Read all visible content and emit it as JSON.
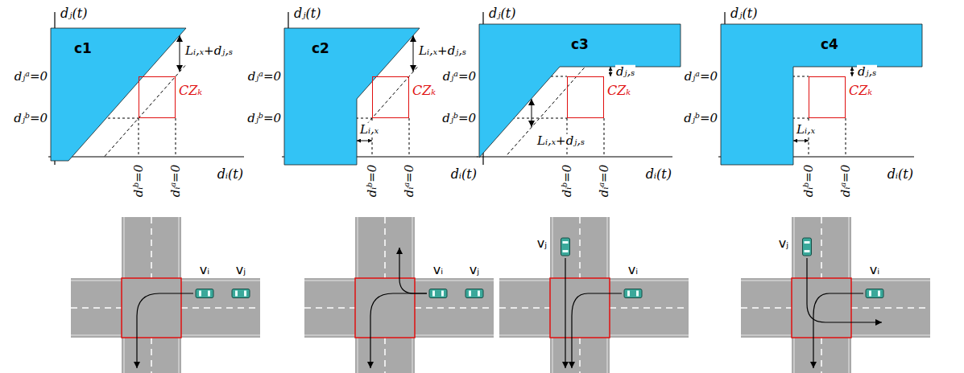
{
  "diagram": {
    "nodes": [
      {
        "text": [
          "c1"
        ]
      },
      {
        "text": [
          "CZₖ"
        ]
      },
      {
        "text": [
          "c2"
        ]
      },
      {
        "text": [
          "CZₖ"
        ]
      },
      {
        "text": [
          "c3"
        ]
      },
      {
        "text": [
          "CZₖ"
        ]
      },
      {
        "text": [
          "c4"
        ]
      },
      {
        "text": [
          "CZₖ"
        ]
      }
    ],
    "labels": [
      "dⱼ(t)",
      "dᵢ(t)",
      "Lᵢ,ₓ+dⱼ,ₛ",
      "dⱼᵃ=0",
      "dⱼᵇ=0",
      "dᵢᵇ=0",
      "dᵢᵃ=0",
      "vᵢ",
      "vⱼ",
      "dⱼ(t)",
      "dᵢ(t)",
      "Lᵢ,ₓ+dⱼ,ₛ",
      "Lᵢ,ₓ",
      "dⱼᵃ=0",
      "dⱼᵇ=0",
      "dᵢᵇ=0",
      "dᵢᵃ=0",
      "vᵢ",
      "vⱼ",
      "dⱼ(t)",
      "dᵢ(t)",
      "dⱼ,ₛ",
      "Lᵢ,ₓ+dⱼ,ₛ",
      "dⱼᵃ=0",
      "dⱼᵇ=0",
      "dᵢᵇ=0",
      "dᵢᵃ=0",
      "vⱼ",
      "vᵢ",
      "dⱼ(t)",
      "dᵢ(t)",
      "dⱼ,ₛ",
      "Lᵢ,ₓ",
      "dⱼᵃ=0",
      "dⱼᵇ=0",
      "dᵢᵇ=0",
      "dᵢᵃ=0",
      "vⱼ",
      "vᵢ"
    ]
  }
}
